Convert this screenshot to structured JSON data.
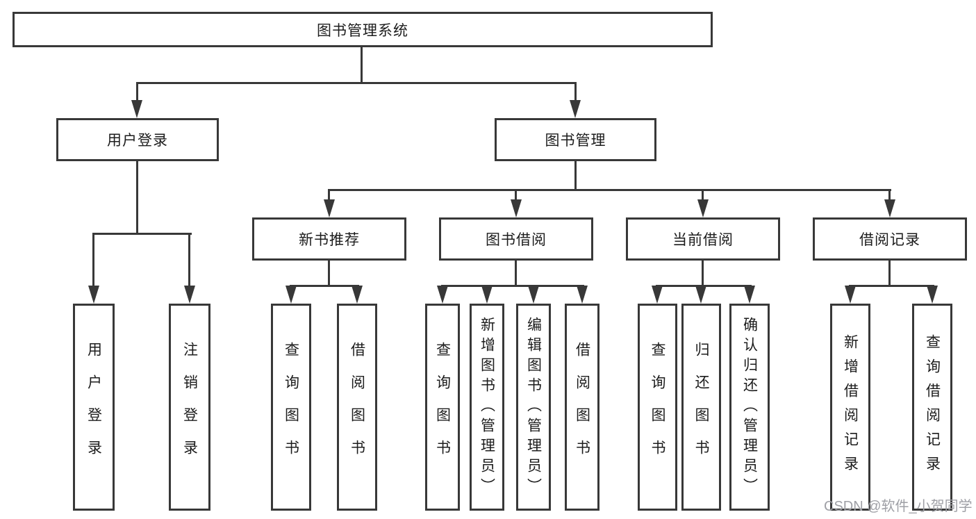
{
  "diagram_type": "hierarchy-tree",
  "tree": {
    "label": "图书管理系统",
    "children": [
      {
        "label": "用户登录",
        "children": [
          {
            "label": "用户登录"
          },
          {
            "label": "注销登录"
          }
        ]
      },
      {
        "label": "图书管理",
        "children": [
          {
            "label": "新书推荐",
            "children": [
              {
                "label": "查询图书"
              },
              {
                "label": "借阅图书"
              }
            ]
          },
          {
            "label": "图书借阅",
            "children": [
              {
                "label": "查询图书"
              },
              {
                "label": "新增图书（管理员）"
              },
              {
                "label": "编辑图书（管理员）"
              },
              {
                "label": "借阅图书"
              }
            ]
          },
          {
            "label": "当前借阅",
            "children": [
              {
                "label": "查询图书"
              },
              {
                "label": "归还图书"
              },
              {
                "label": "确认归还（管理员）"
              }
            ]
          },
          {
            "label": "借阅记录",
            "children": [
              {
                "label": "新增借阅记录"
              },
              {
                "label": "查询借阅记录"
              }
            ]
          }
        ]
      }
    ]
  },
  "watermark": "CSDN @软件_小贺同学",
  "colors": {
    "line": "#383838",
    "text": "#1c1c1c",
    "watermark": "#9fa0a6",
    "background": "#ffffff"
  }
}
